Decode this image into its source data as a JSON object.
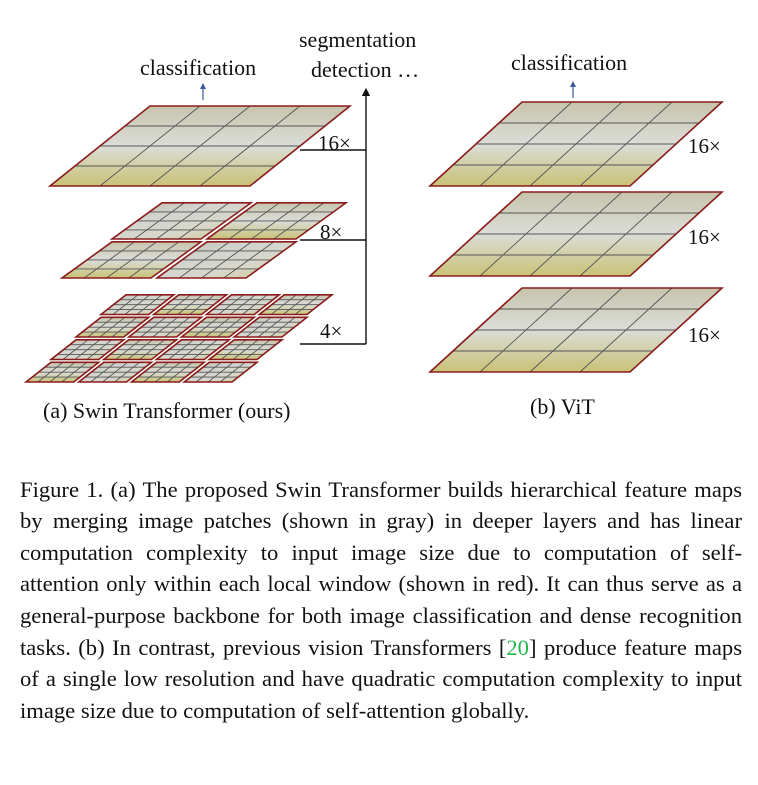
{
  "figure": {
    "panel_a": {
      "top_label": "classification",
      "branch_labels": [
        "segmentation",
        "detection …"
      ],
      "scales": [
        "16×",
        "8×",
        "4×"
      ],
      "subcaption": "(a) Swin Transformer (ours)"
    },
    "panel_b": {
      "top_label": "classification",
      "scales": [
        "16×",
        "16×",
        "16×"
      ],
      "subcaption": "(b) ViT"
    },
    "colors": {
      "window_border": "#8a1c1c",
      "patch_grid": "#555555",
      "arrow_blue": "#3a5a98",
      "connector": "#111111"
    }
  },
  "caption": {
    "text_before_ref": "Figure 1. (a) The proposed Swin Transformer builds hierarchical feature maps by merging image patches (shown in gray) in deeper layers and has linear computation complexity to input image size due to computation of self-attention only within each local window (shown in red). It can thus serve as a general-purpose backbone for both image classification and dense recognition tasks. (b) In contrast, previous vision Transformers [",
    "ref": "20",
    "text_after_ref": "] produce feature maps of a single low resolution and have quadratic computation complexity to input image size due to computation of self-attention globally."
  }
}
